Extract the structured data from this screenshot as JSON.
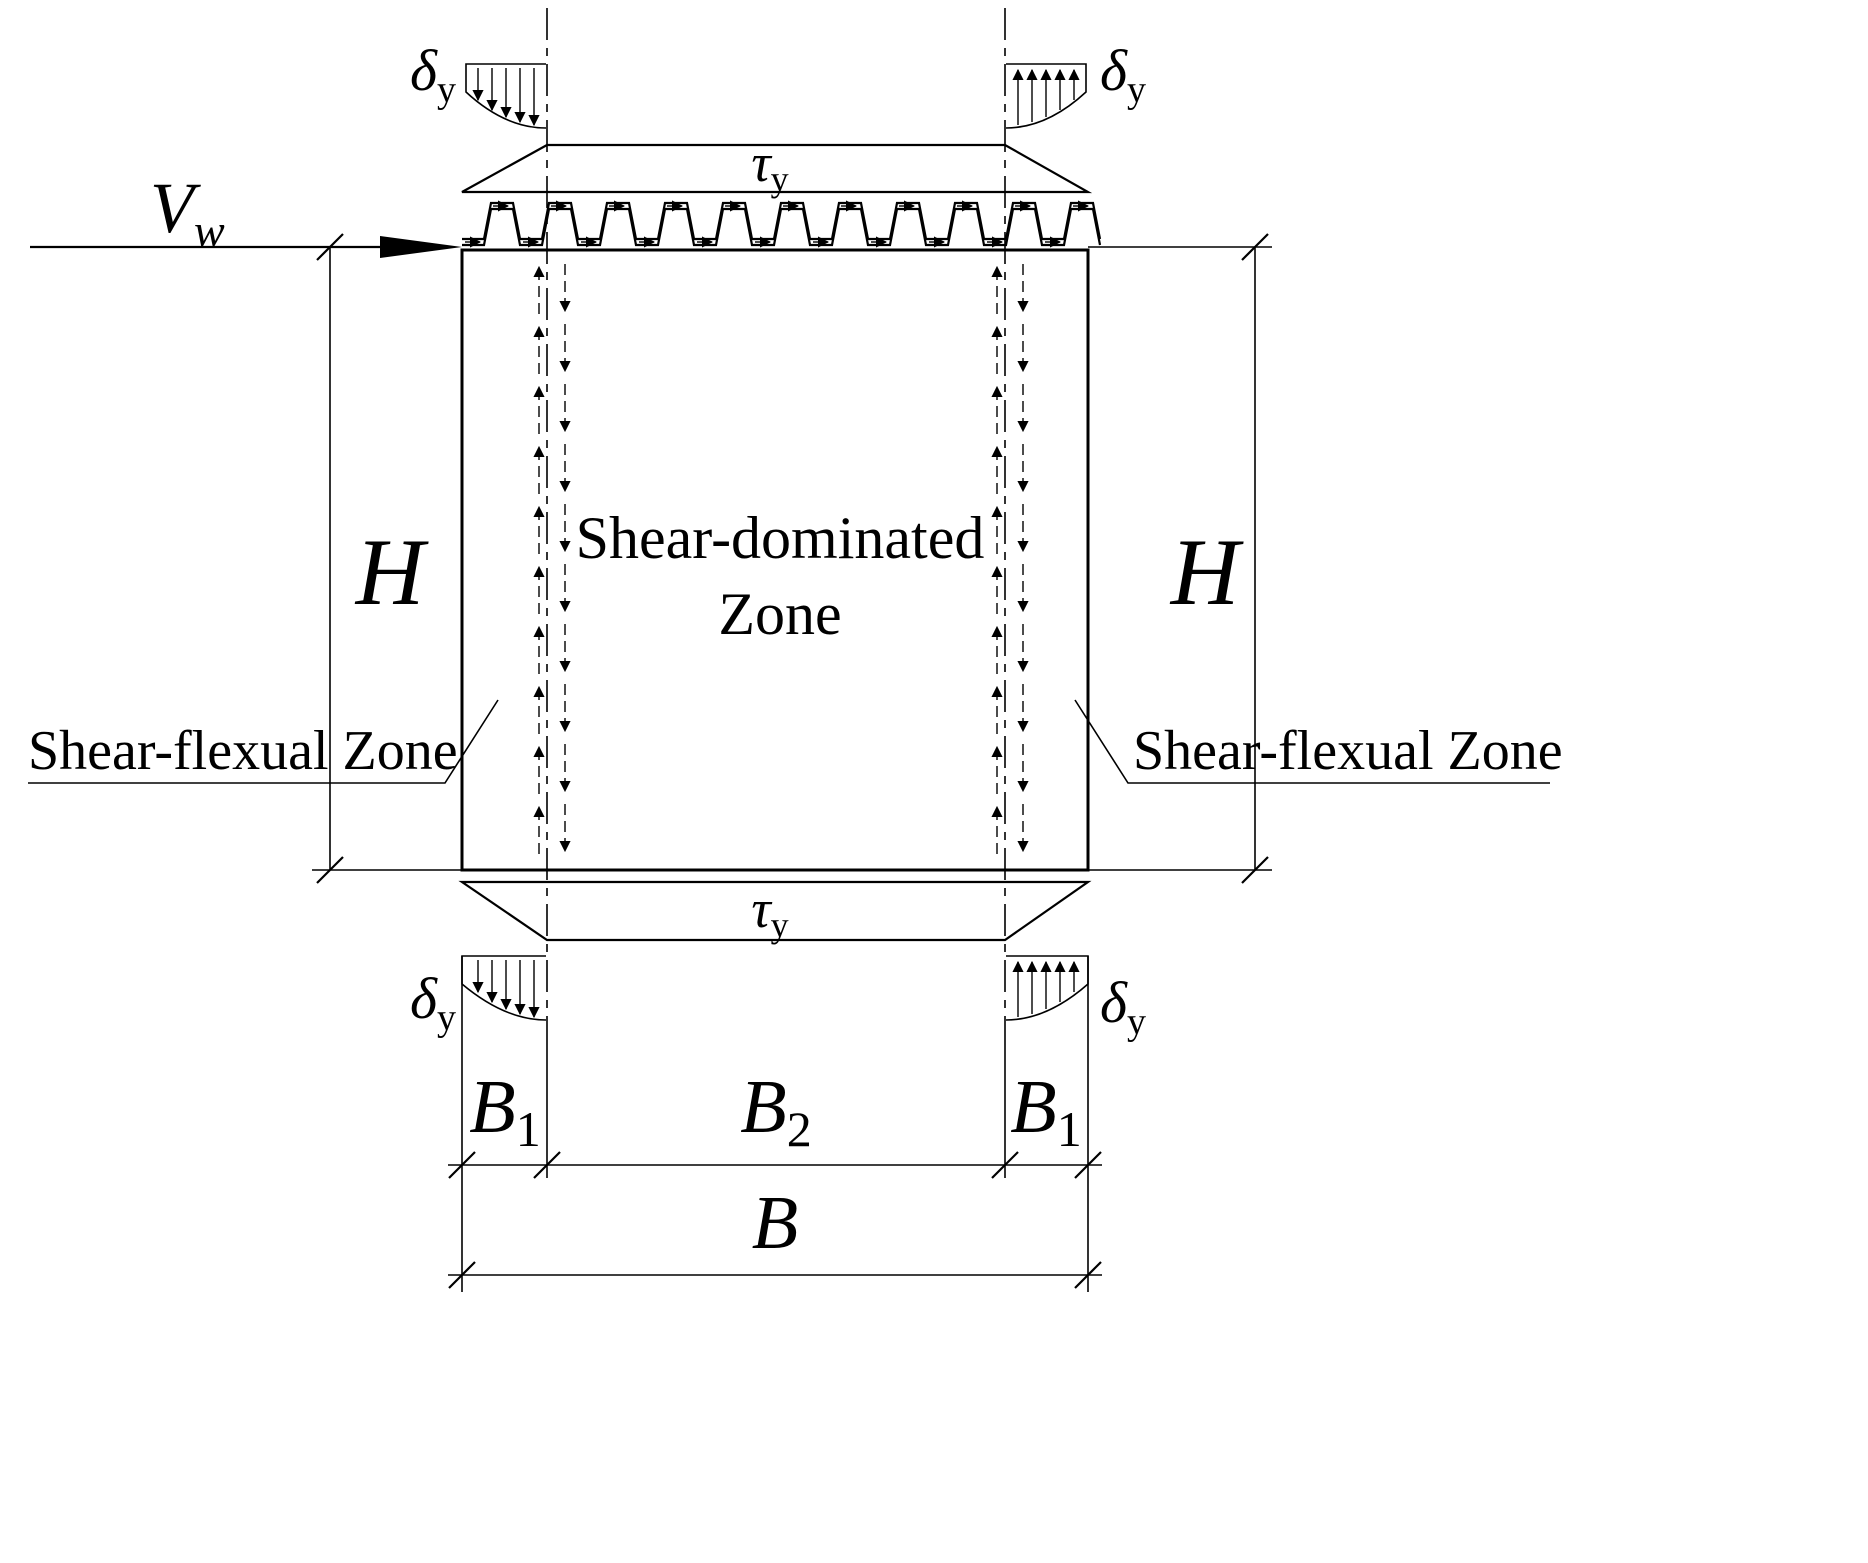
{
  "diagram": {
    "background_color": "#ffffff",
    "line_color": "#000000",
    "force_label": {
      "symbol": "V",
      "subscript": "w"
    },
    "height_dim": {
      "symbol": "H"
    },
    "shear_stress_label": {
      "symbol": "τ",
      "subscript": "y"
    },
    "displacement_label": {
      "symbol": "δ",
      "subscript": "y"
    },
    "center_zone": {
      "line1": "Shear-dominated",
      "line2": "Zone"
    },
    "side_zone_label": "Shear-flexual Zone",
    "width_dims": {
      "b1": {
        "symbol": "B",
        "subscript": "1"
      },
      "b2": {
        "symbol": "B",
        "subscript": "2"
      },
      "b_total": {
        "symbol": "B"
      }
    }
  }
}
